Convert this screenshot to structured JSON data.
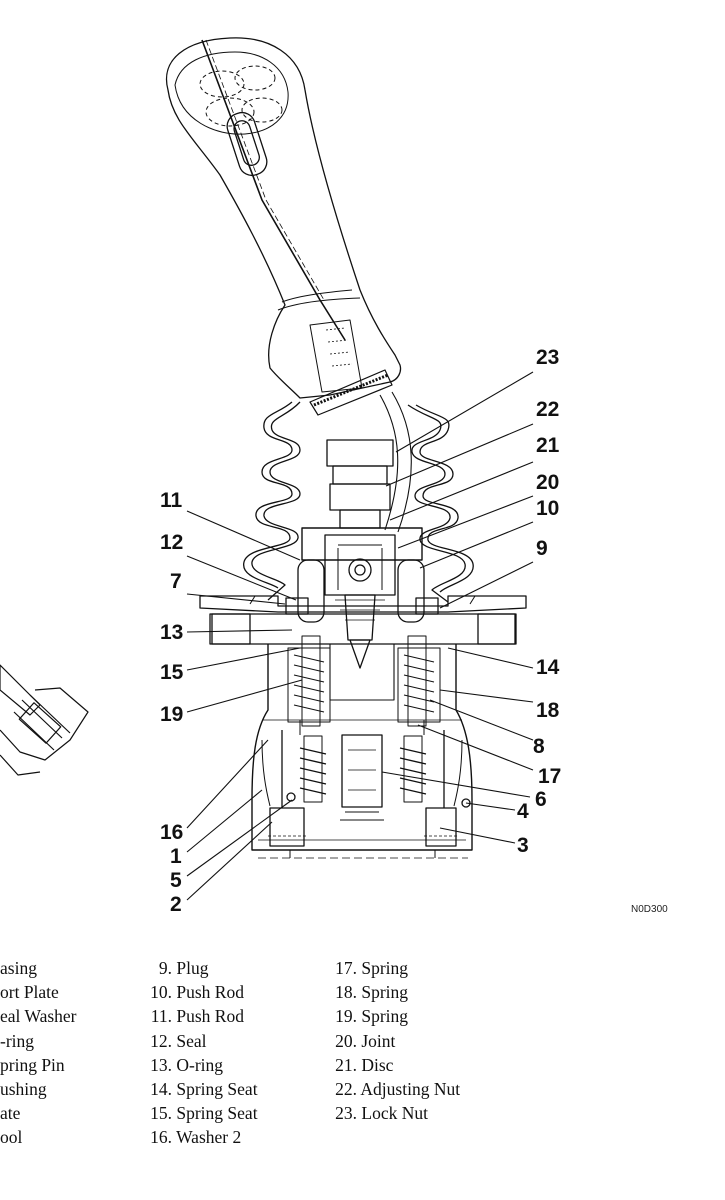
{
  "figure_code": "N0D300",
  "callouts": {
    "n1": "1",
    "n2": "2",
    "n3": "3",
    "n4": "4",
    "n5": "5",
    "n6": "6",
    "n7": "7",
    "n8": "8",
    "n9": "9",
    "n10": "10",
    "n11": "11",
    "n12": "12",
    "n13": "13",
    "n14": "14",
    "n15": "15",
    "n16": "16",
    "n17": "17",
    "n18": "18",
    "n19": "19",
    "n20": "20",
    "n21": "21",
    "n22": "22",
    "n23": "23"
  },
  "legend": {
    "col1": [
      {
        "num": "",
        "name": "asing"
      },
      {
        "num": "",
        "name": "ort Plate"
      },
      {
        "num": "",
        "name": "eal Washer"
      },
      {
        "num": "",
        "name": "-ring"
      },
      {
        "num": "",
        "name": "pring Pin"
      },
      {
        "num": "",
        "name": "ushing"
      },
      {
        "num": "",
        "name": "ate"
      },
      {
        "num": "",
        "name": "ool"
      }
    ],
    "col2": [
      {
        "num": "9.",
        "name": "Plug"
      },
      {
        "num": "10.",
        "name": "Push Rod"
      },
      {
        "num": "11.",
        "name": "Push Rod"
      },
      {
        "num": "12.",
        "name": "Seal"
      },
      {
        "num": "13.",
        "name": "O-ring"
      },
      {
        "num": "14.",
        "name": "Spring Seat"
      },
      {
        "num": "15.",
        "name": "Spring Seat"
      },
      {
        "num": "16.",
        "name": "Washer 2"
      }
    ],
    "col3": [
      {
        "num": "17.",
        "name": "Spring"
      },
      {
        "num": "18.",
        "name": "Spring"
      },
      {
        "num": "19.",
        "name": "Spring"
      },
      {
        "num": "20.",
        "name": "Joint"
      },
      {
        "num": "21.",
        "name": "Disc"
      },
      {
        "num": "22.",
        "name": "Adjusting Nut"
      },
      {
        "num": "23.",
        "name": "Lock Nut"
      }
    ]
  }
}
